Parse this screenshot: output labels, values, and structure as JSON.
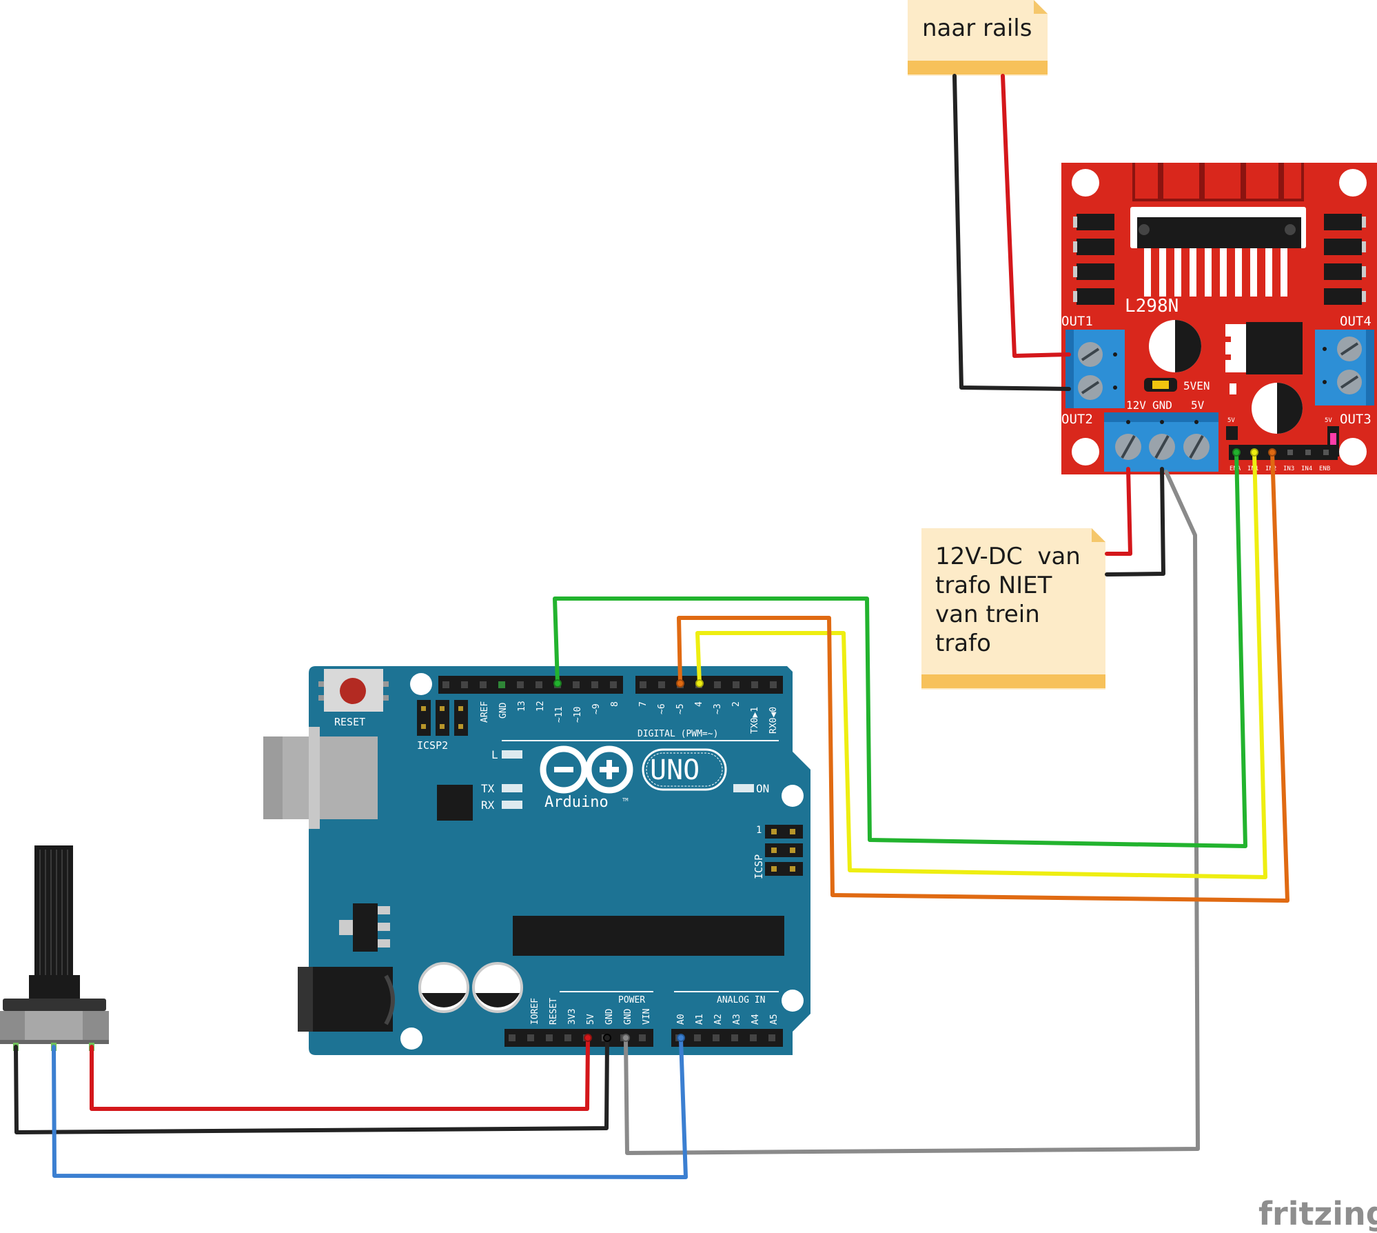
{
  "notes": {
    "rails": {
      "lines": [
        "naar rails"
      ]
    },
    "supply": {
      "lines": [
        "12V-DC  van",
        "trafo NIET",
        "van trein",
        "trafo"
      ]
    }
  },
  "arduino": {
    "reset": "RESET",
    "icsp2": "ICSP2",
    "icsp": "ICSP",
    "icsp_pin1": "1",
    "digital_title": "DIGITAL (PWM=~)",
    "digital_pins": [
      "AREF",
      "GND",
      "13",
      "12",
      "~11",
      "~10",
      "~9",
      "8",
      "7",
      "~6",
      "~5",
      "4",
      "~3",
      "2",
      "TX0▶1",
      "RX0◀0"
    ],
    "power_title": "POWER",
    "power_pins": [
      "IOREF",
      "RESET",
      "3V3",
      "5V",
      "GND",
      "GND",
      "VIN"
    ],
    "analog_title": "ANALOG IN",
    "analog_pins": [
      "A0",
      "A1",
      "A2",
      "A3",
      "A4",
      "A5"
    ],
    "led_l": "L",
    "led_tx": "TX",
    "led_rx": "RX",
    "led_on": "ON",
    "brand": "Arduino",
    "tm": "TM",
    "model": "UNO",
    "color": "#1d7394"
  },
  "driver": {
    "chip": "L298N",
    "out1": "OUT1",
    "out2": "OUT2",
    "out3": "OUT3",
    "out4": "OUT4",
    "jumper": "5VEN",
    "power_labels": [
      "12V",
      "GND",
      "5V"
    ],
    "pin_5v_a": "5V",
    "pin_5v_b": "5V",
    "ctrl_pins": [
      "ENA",
      "IN1",
      "IN2",
      "IN3",
      "IN4",
      "ENB"
    ],
    "color": "#d9271c"
  },
  "watermark": "fritzing",
  "wire_colors": {
    "red": "#d4171b",
    "black": "#222222",
    "green": "#22b32e",
    "yellow": "#eeee11",
    "orange": "#e06a12",
    "gray": "#8a8a8a",
    "blue": "#3b7fd1"
  }
}
